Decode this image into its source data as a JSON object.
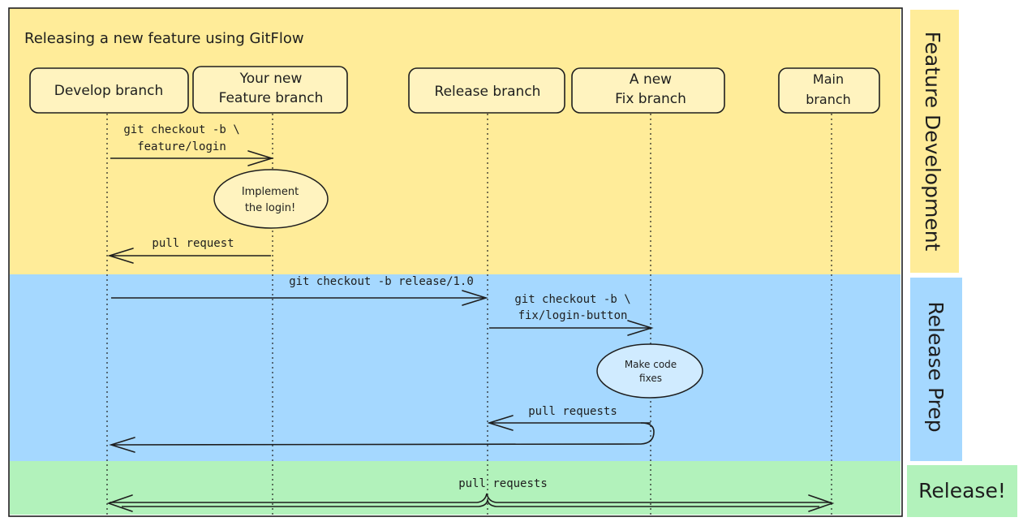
{
  "title": "Releasing a new feature using GitFlow",
  "colors": {
    "feature_band": "#ffec99",
    "release_prep_band": "#a5d8ff",
    "release_band": "#b2f2bb",
    "box_fill": "#fff3bf",
    "note_feature": "#fff3bf",
    "note_release": "#d0ebff",
    "stroke": "#1e1e1e"
  },
  "participants": [
    {
      "id": "develop",
      "lines": [
        "Develop branch"
      ]
    },
    {
      "id": "feature",
      "lines": [
        "Your new",
        "Feature branch"
      ]
    },
    {
      "id": "release",
      "lines": [
        "Release branch"
      ]
    },
    {
      "id": "fix",
      "lines": [
        "A new",
        "Fix branch"
      ]
    },
    {
      "id": "main",
      "lines": [
        "Main",
        "branch"
      ]
    }
  ],
  "phases": [
    {
      "id": "feature-development",
      "label": "Feature Development"
    },
    {
      "id": "release-prep",
      "label": "Release Prep"
    },
    {
      "id": "release",
      "label": "Release!"
    }
  ],
  "messages": [
    {
      "id": "checkout-feature",
      "lines": [
        "git checkout -b \\",
        "feature/login"
      ]
    },
    {
      "id": "pull-request-feature",
      "lines": [
        "pull request"
      ]
    },
    {
      "id": "checkout-release",
      "lines": [
        "git checkout -b release/1.0"
      ]
    },
    {
      "id": "checkout-fix",
      "lines": [
        "git checkout -b \\",
        "fix/login-button"
      ]
    },
    {
      "id": "pull-requests-fix",
      "lines": [
        "pull requests"
      ]
    },
    {
      "id": "pull-requests-release",
      "lines": [
        "pull requests"
      ]
    }
  ],
  "notes": [
    {
      "id": "implement-login",
      "lines": [
        "Implement",
        "the login!"
      ]
    },
    {
      "id": "make-code-fixes",
      "lines": [
        "Make code",
        "fixes"
      ]
    }
  ]
}
